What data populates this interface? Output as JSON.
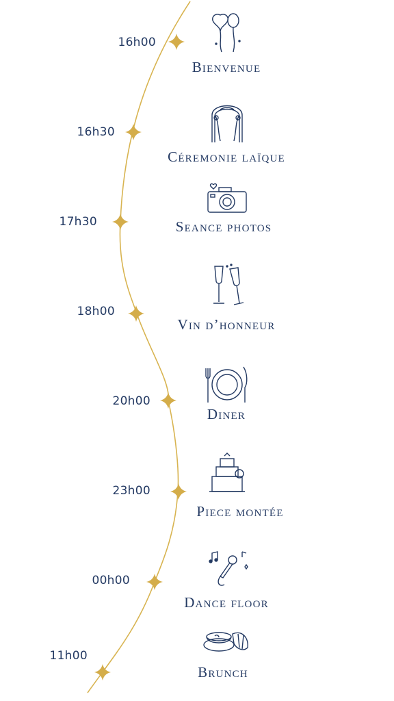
{
  "colors": {
    "line": "#d8b451",
    "star": "#d4ad4a",
    "text": "#243a63"
  },
  "events": [
    {
      "time": "16h00",
      "label": "Bienvenue",
      "icon": "balloons-icon"
    },
    {
      "time": "16h30",
      "label": "Céremonie laïque",
      "icon": "wedding-arch-icon"
    },
    {
      "time": "17h30",
      "label": "Seance photos",
      "icon": "camera-icon"
    },
    {
      "time": "18h00",
      "label": "Vin d’honneur",
      "icon": "champagne-glasses-icon"
    },
    {
      "time": "20h00",
      "label": "Diner",
      "icon": "plate-cutlery-icon"
    },
    {
      "time": "23h00",
      "label": "Piece montée",
      "icon": "wedding-cake-icon"
    },
    {
      "time": "00h00",
      "label": "Dance floor",
      "icon": "microphone-music-icon"
    },
    {
      "time": "11h00",
      "label": "Brunch",
      "icon": "coffee-croissant-icon"
    }
  ]
}
